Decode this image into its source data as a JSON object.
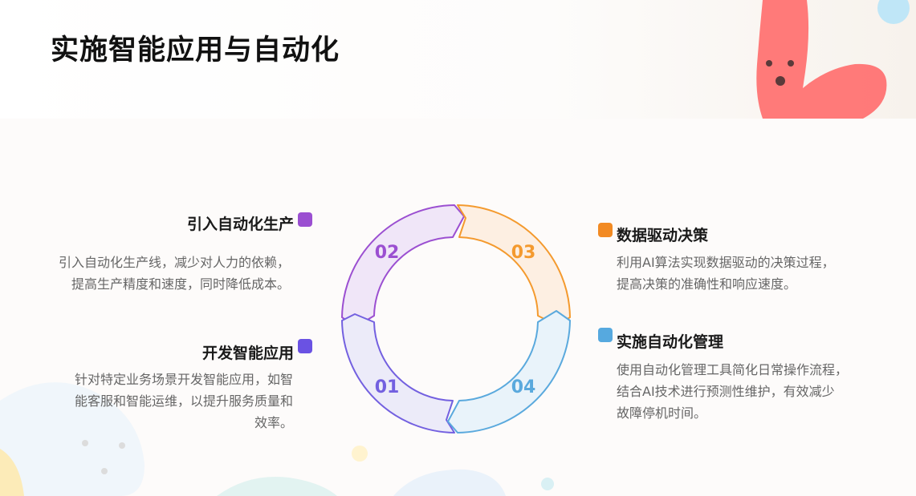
{
  "page": {
    "title": "实施智能应用与自动化"
  },
  "cycle": {
    "segments": [
      {
        "number": "02",
        "color": "#9b4fd1",
        "fill": "#f0e6f8"
      },
      {
        "number": "03",
        "color": "#f49a2e",
        "fill": "#fdefe2"
      },
      {
        "number": "01",
        "color": "#7360e0",
        "fill": "#ecebf9"
      },
      {
        "number": "04",
        "color": "#5aa9dd",
        "fill": "#e9f3fa"
      }
    ]
  },
  "items": {
    "automation_production": {
      "title": "引入自动化生产",
      "desc_lines": [
        "引入自动化生产线，减少对人力的依赖，",
        "提高生产精度和速度，同时降低成本。"
      ],
      "color": "#9b4fd1"
    },
    "smart_apps": {
      "title": "开发智能应用",
      "desc_lines": [
        "针对特定业务场景开发智能应用，如智",
        "能客服和智能运维，以提升服务质量和",
        "效率。"
      ],
      "color": "#6a52e3"
    },
    "data_driven": {
      "title": "数据驱动决策",
      "desc_lines": [
        "利用AI算法实现数据驱动的决策过程，",
        "提高决策的准确性和响应速度。"
      ],
      "color": "#f28a23"
    },
    "automation_mgmt": {
      "title": "实施自动化管理",
      "desc_lines": [
        "使用自动化管理工具简化日常操作流程，",
        "结合AI技术进行预测性维护，有效减少",
        "故障停机时间。"
      ],
      "color": "#56a9df"
    }
  }
}
